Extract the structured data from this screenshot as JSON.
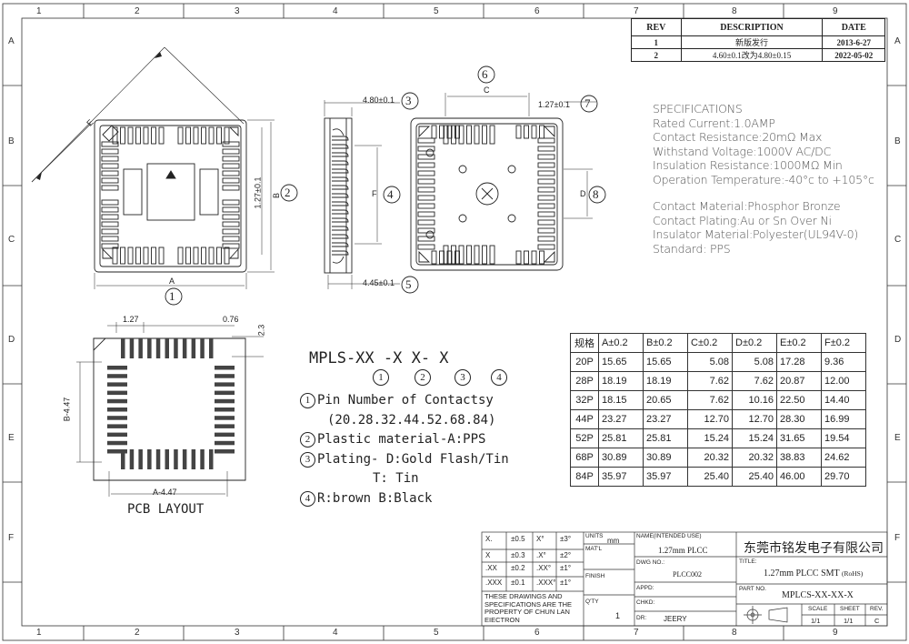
{
  "zones": {
    "top": [
      "1",
      "2",
      "3",
      "4",
      "5",
      "6",
      "7",
      "8",
      "9"
    ],
    "bottom": [
      "1",
      "2",
      "3",
      "4",
      "5",
      "6",
      "7",
      "8",
      "9"
    ],
    "left": [
      "A",
      "B",
      "C",
      "D",
      "E",
      "F"
    ],
    "right": [
      "A",
      "B",
      "C",
      "D",
      "E",
      "F"
    ]
  },
  "revision_table": {
    "headers": [
      "REV",
      "DESCRIPTION",
      "DATE"
    ],
    "rows": [
      {
        "rev": "1",
        "description": "新版发行",
        "date": "2013-6-27"
      },
      {
        "rev": "2",
        "description": "4.60±0.1改为4.80±0.15",
        "date": "2022-05-02"
      }
    ]
  },
  "views": {
    "top_view": {
      "dim_a": "A",
      "dim_b": "B",
      "dim_e": "E",
      "dim_pitch": "1.27±0.1",
      "mark_1": "1",
      "mark_2": "2"
    },
    "side_view": {
      "dim_f": "F",
      "dim_top": "4.80±0.1",
      "dim_bottom": "4.45±0.1",
      "mark_3": "3",
      "mark_4": "4",
      "mark_5": "5"
    },
    "bottom_view": {
      "dim_c": "C",
      "dim_d": "D",
      "dim_lead": "1.27±0.1",
      "mark_6": "6",
      "mark_7": "7",
      "mark_8": "8"
    },
    "pcb_layout": {
      "title": "PCB LAYOUT",
      "dim_pitch": "1.27",
      "dim_pad": "0.76",
      "dim_len": "2.3",
      "dim_b": "B-4.47",
      "dim_a": "A-4.47"
    }
  },
  "specifications": {
    "title": "SPECIFICATIONS",
    "group1": [
      "Rated Current:1.0AMP",
      "Contact Resistance:20mΩ Max",
      "Withstand Voltage:1000V AC/DC",
      "Insulation Resistance:1000MΩ Min",
      "Operation Temperature:-40°c to +105°c"
    ],
    "group2": [
      "Contact Material:Phosphor Bronze",
      "Contact Plating:Au or Sn Over Ni",
      "Insulator Material:Polyester(UL94V-0)",
      "Standard:   PPS"
    ]
  },
  "dimension_table": {
    "headers": [
      "规格",
      "A±0.2",
      "B±0.2",
      "C±0.2",
      "D±0.2",
      "E±0.2",
      "F±0.2"
    ],
    "rows": [
      [
        "20P",
        "15.65",
        "15.65",
        "5.08",
        "5.08",
        "17.28",
        "9.36"
      ],
      [
        "28P",
        "18.19",
        "18.19",
        "7.62",
        "7.62",
        "20.87",
        "12.00"
      ],
      [
        "32P",
        "18.15",
        "20.65",
        "7.62",
        "10.16",
        "22.50",
        "14.40"
      ],
      [
        "44P",
        "23.27",
        "23.27",
        "12.70",
        "12.70",
        "28.30",
        "16.99"
      ],
      [
        "52P",
        "25.81",
        "25.81",
        "15.24",
        "15.24",
        "31.65",
        "19.54"
      ],
      [
        "68P",
        "30.89",
        "30.89",
        "20.32",
        "20.32",
        "38.83",
        "24.62"
      ],
      [
        "84P",
        "35.97",
        "35.97",
        "25.40",
        "25.40",
        "46.00",
        "29.70"
      ]
    ]
  },
  "part_number": {
    "code": "MPLS-XX -X  X- X",
    "marks": [
      "1",
      "2",
      "3",
      "4"
    ],
    "legend": [
      {
        "mark": "1",
        "text": "Pin Number of Contactsy"
      },
      {
        "mark": "",
        "text": "(20.28.32.44.52.68.84)"
      },
      {
        "mark": "2",
        "text": "Plastic material-A:PPS"
      },
      {
        "mark": "3",
        "text": "Plating- D:Gold Flash/Tin"
      },
      {
        "mark": "",
        "text": "T: Tin"
      },
      {
        "mark": "4",
        "text": "R:brown B:Black"
      }
    ]
  },
  "title_block": {
    "tolerances": [
      [
        "X.",
        "±0.5",
        "X°",
        "±3°"
      ],
      [
        "X",
        "±0.3",
        ".X°",
        "±2°"
      ],
      [
        ".XX",
        "±0.2",
        ".XX°",
        "±1°"
      ],
      [
        ".XXX",
        "±0.1",
        ".XXX°",
        "±1°"
      ]
    ],
    "notice": "THESE DRAWINGS AND SPECIFICATIONS ARE THE PROPERTY OF CHUN LAN EIECTRON",
    "units_label": "UNITS",
    "units_value": "mm",
    "matl_label": "MAT'L",
    "finish_label": "FINISH",
    "qty_label": "Q'TY",
    "qty_value": "1",
    "name_label": "NAME(INTENDED USE)",
    "name_value": "1.27mm PLCC",
    "dwg_label": "DWG NO.:",
    "dwg_value": "PLCC002",
    "appd_label": "APPD:",
    "chkd_label": "CHKD:",
    "dr_label": "DR:",
    "dr_value": "JEERY",
    "company": "东莞市铭发电子有限公司",
    "title_label": "TITLE:",
    "title_value": "1.27mm PLCC SMT",
    "title_suffix": "(RoHS)",
    "partno_label": "PART NO.",
    "partno_value": "MPLCS-XX-XX-X",
    "scale_label": "SCALE",
    "scale_value": "1/1",
    "sheet_label": "SHEET",
    "sheet_value": "1/1",
    "rev_label": "REV.",
    "rev_value": "C"
  }
}
